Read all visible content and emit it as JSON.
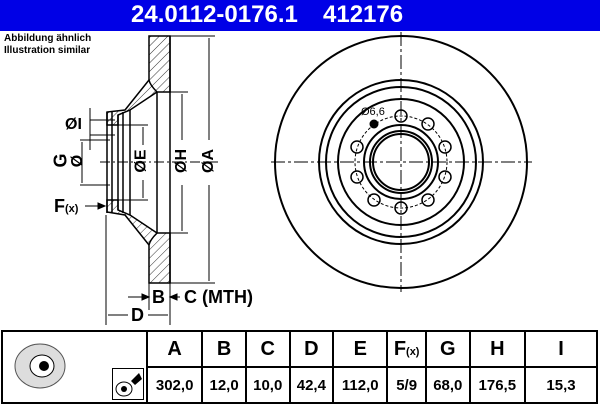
{
  "header": {
    "part_number": "24.0112-0176.1",
    "code": "412176",
    "background": "#0000e6"
  },
  "note": {
    "line1": "Abbildung ähnlich",
    "line2": "Illustration similar"
  },
  "drawing": {
    "side_labels": {
      "I": "ØI",
      "G": "G",
      "G_dia": "Ø",
      "E": "ØE",
      "H": "ØH",
      "A": "ØA",
      "F": "F",
      "F_sub": "(x)",
      "B": "B",
      "C": "C (MTH)",
      "D": "D"
    },
    "front_label": "Ø6,6"
  },
  "table": {
    "headers": [
      "A",
      "B",
      "C",
      "D",
      "E",
      "F",
      "G",
      "H",
      "I"
    ],
    "f_suffix": "(x)",
    "values": [
      "302,0",
      "12,0",
      "10,0",
      "42,4",
      "112,0",
      "5/9",
      "68,0",
      "176,5",
      "15,3"
    ],
    "icons": [
      "brake-disc-icon",
      "spray-paint-icon"
    ]
  }
}
